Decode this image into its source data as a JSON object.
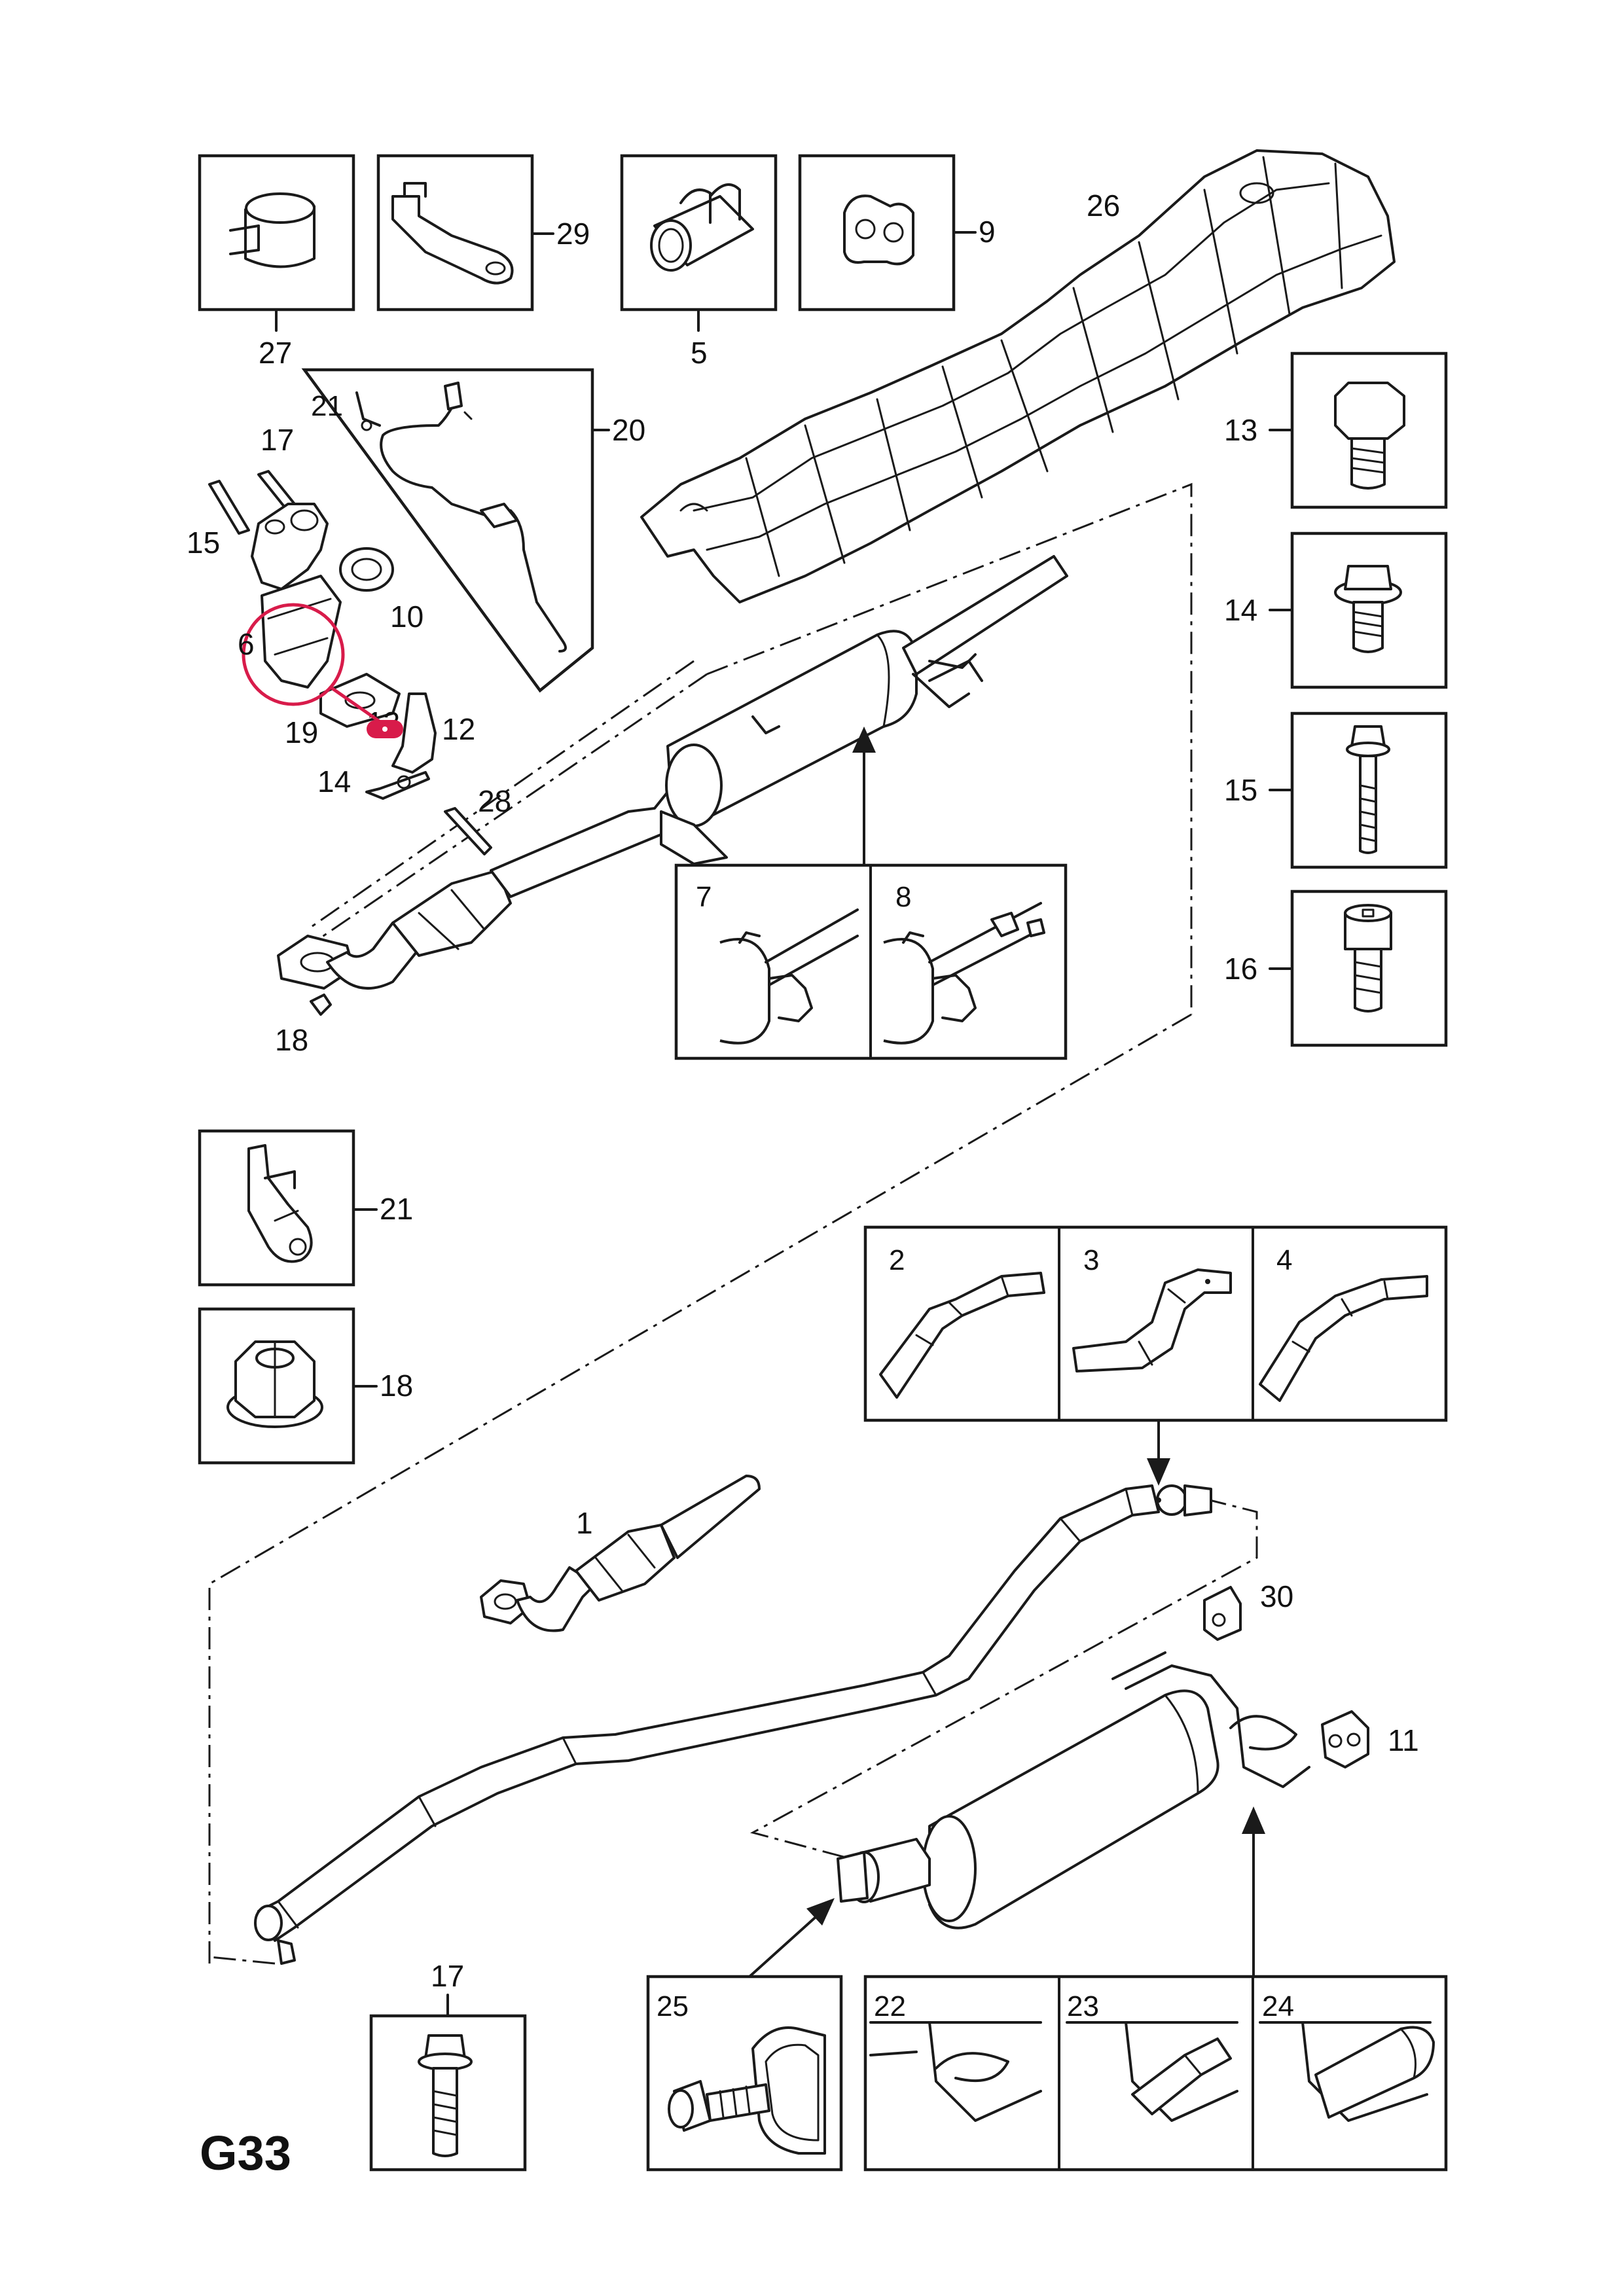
{
  "page_code": "G33",
  "colors": {
    "line": "#1a1a1a",
    "highlight": "#d81b4a",
    "background": "#ffffff"
  },
  "callouts": {
    "c1": "1",
    "c5": "5",
    "c6": "6",
    "c9": "9",
    "c10": "10",
    "c11": "11",
    "c12": "12",
    "c13": "13",
    "c13_main": "13",
    "c14": "14",
    "c14_main": "14",
    "c15": "15",
    "c15_main": "15",
    "c16": "16",
    "c17": "17",
    "c17_main": "17",
    "c18": "18",
    "c18_main": "18",
    "c19": "19",
    "c20": "20",
    "c21_box": "21",
    "c21_inner": "21",
    "c26": "26",
    "c27": "27",
    "c28": "28",
    "c29": "29",
    "c30": "30"
  },
  "panel_labels": {
    "p2": "2",
    "p3": "3",
    "p4": "4",
    "p7": "7",
    "p8": "8",
    "p22": "22",
    "p23": "23",
    "p24": "24",
    "p25": "25"
  },
  "highlight_marker": {
    "icon": "circle-highlight-icon"
  }
}
